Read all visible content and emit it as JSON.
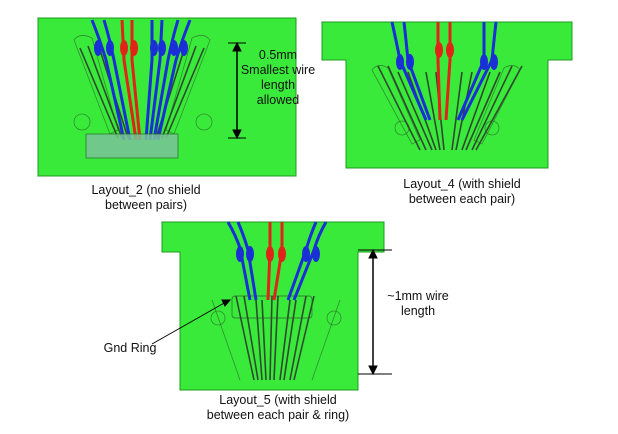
{
  "colors": {
    "board": "#3aea3a",
    "board_edge": "#1f9a1f",
    "trace": "#2f4a2f",
    "blue_wire": "#1a2fd6",
    "red_wire": "#e02418",
    "pad_outline": "#2a6a2a",
    "block": "#7ac49a"
  },
  "panels": [
    {
      "id": "layout_2",
      "caption_lines": [
        "Layout_2 (no shield",
        "between pairs)"
      ],
      "annotation_lines": [
        "0.5mm",
        "Smallest wire",
        "length",
        "allowed"
      ]
    },
    {
      "id": "layout_4",
      "caption_lines": [
        "Layout_4 (with shield",
        "between each pair)"
      ]
    },
    {
      "id": "layout_5",
      "caption_lines": [
        "Layout_5 (with shield",
        "between each pair & ring)"
      ],
      "annotation_lines": [
        "~1mm wire",
        "length"
      ],
      "callout": "Gnd Ring"
    }
  ]
}
